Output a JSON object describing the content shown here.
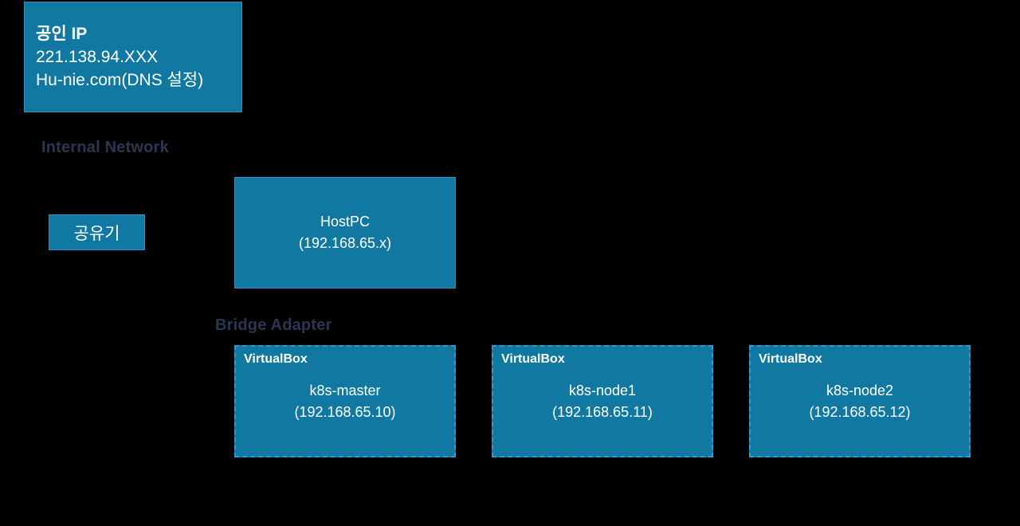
{
  "colors": {
    "background": "#000000",
    "box_fill": "#1178A1",
    "box_edge": "#2E8FBA",
    "dashed_border": "#2D9BCD",
    "section_label_text": "#2B3752",
    "box_text": "#FFFFFF"
  },
  "public_ip": {
    "title": "공인 IP",
    "address": "221.138.94.XXX",
    "domain": "Hu-nie.com(DNS 설정)"
  },
  "labels": {
    "internal_network": "Internal Network",
    "bridge_adapter": "Bridge Adapter"
  },
  "router": {
    "label": "공유기"
  },
  "host_pc": {
    "name": "HostPC",
    "ip": "(192.168.65.x)"
  },
  "vm_group": {
    "provider_label": "VirtualBox",
    "nodes": [
      {
        "name": "k8s-master",
        "ip": "(192.168.65.10)"
      },
      {
        "name": "k8s-node1",
        "ip": "(192.168.65.11)"
      },
      {
        "name": "k8s-node2",
        "ip": "(192.168.65.12)"
      }
    ]
  }
}
